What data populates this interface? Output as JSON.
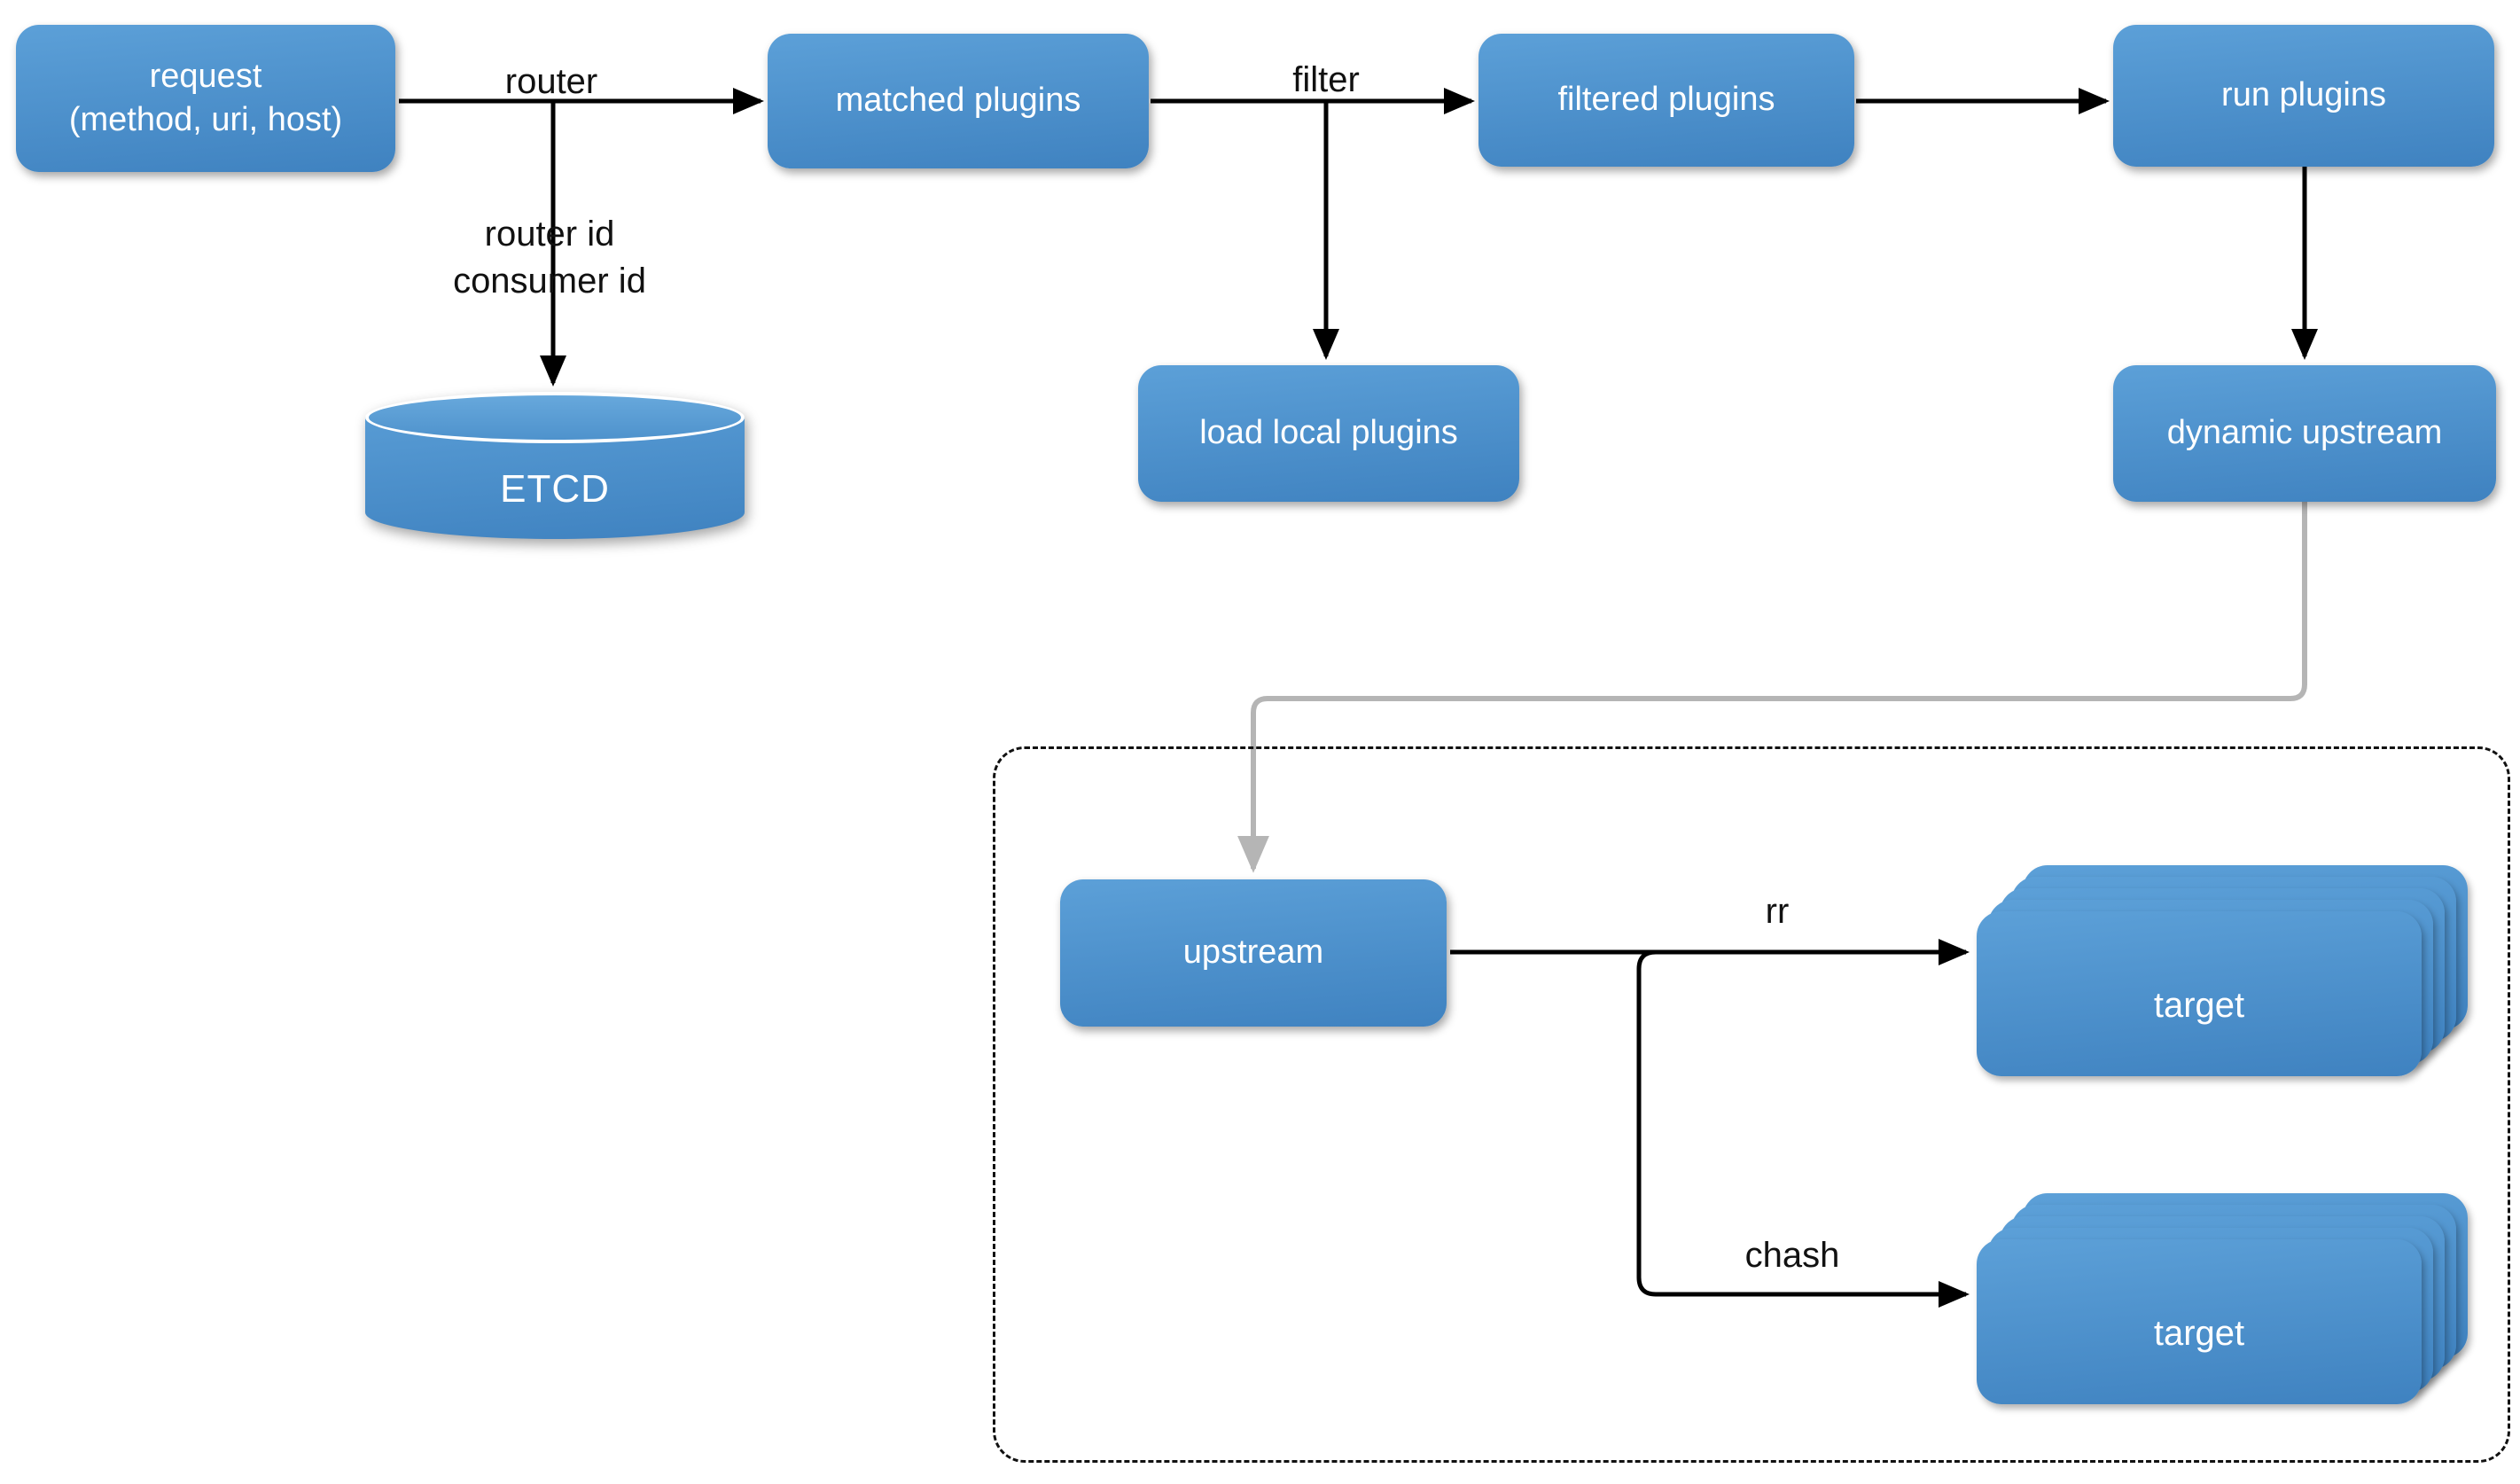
{
  "colors": {
    "node_fill_top": "#5CA0D8",
    "node_fill_bottom": "#3F82C0",
    "arrow_color": "#000000",
    "gray_arrow_color": "#b5b5b5",
    "label_color": "#111111",
    "node_text_color": "#ffffff",
    "canvas_bg": "#ffffff"
  },
  "nodes": {
    "request": {
      "line1": "request",
      "line2": "(method, uri, host)"
    },
    "matched_plugins": {
      "label": "matched plugins"
    },
    "filtered_plugins": {
      "label": "filtered plugins"
    },
    "run_plugins": {
      "label": "run plugins"
    },
    "etcd": {
      "label": "ETCD"
    },
    "load_local_plugins": {
      "label": "load local plugins"
    },
    "dynamic_upstream": {
      "label": "dynamic upstream"
    },
    "upstream": {
      "label": "upstream"
    },
    "target_rr": {
      "label": "target"
    },
    "target_chash": {
      "label": "target"
    }
  },
  "edge_labels": {
    "router": "router",
    "router_id": "router id",
    "consumer_id": "consumer id",
    "filter": "filter",
    "rr": "rr",
    "chash": "chash"
  }
}
